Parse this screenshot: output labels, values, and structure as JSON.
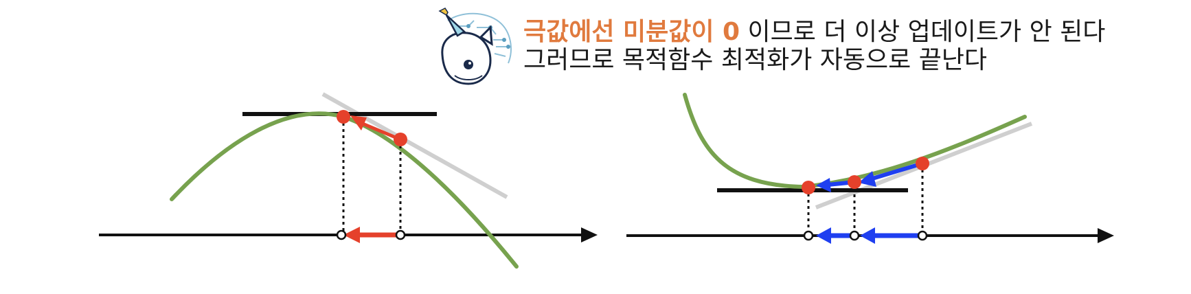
{
  "caption": {
    "line1_highlight": "극값에선 미분값이 0",
    "line1_rest": " 이므로 더 이상 업데이트가 안 된다",
    "line2": "그러므로 목적함수 최적화가 자동으로 끝난다"
  },
  "colors": {
    "curve": "#77a24e",
    "tangent": "#cfcfcf",
    "axis": "#111111",
    "left_update": "#e5412b",
    "right_update": "#1f3ff0",
    "point": "#e5412b",
    "highlight_text": "#e07a3e"
  },
  "icons": {
    "mascot": "unicorn-mascot-icon"
  }
}
